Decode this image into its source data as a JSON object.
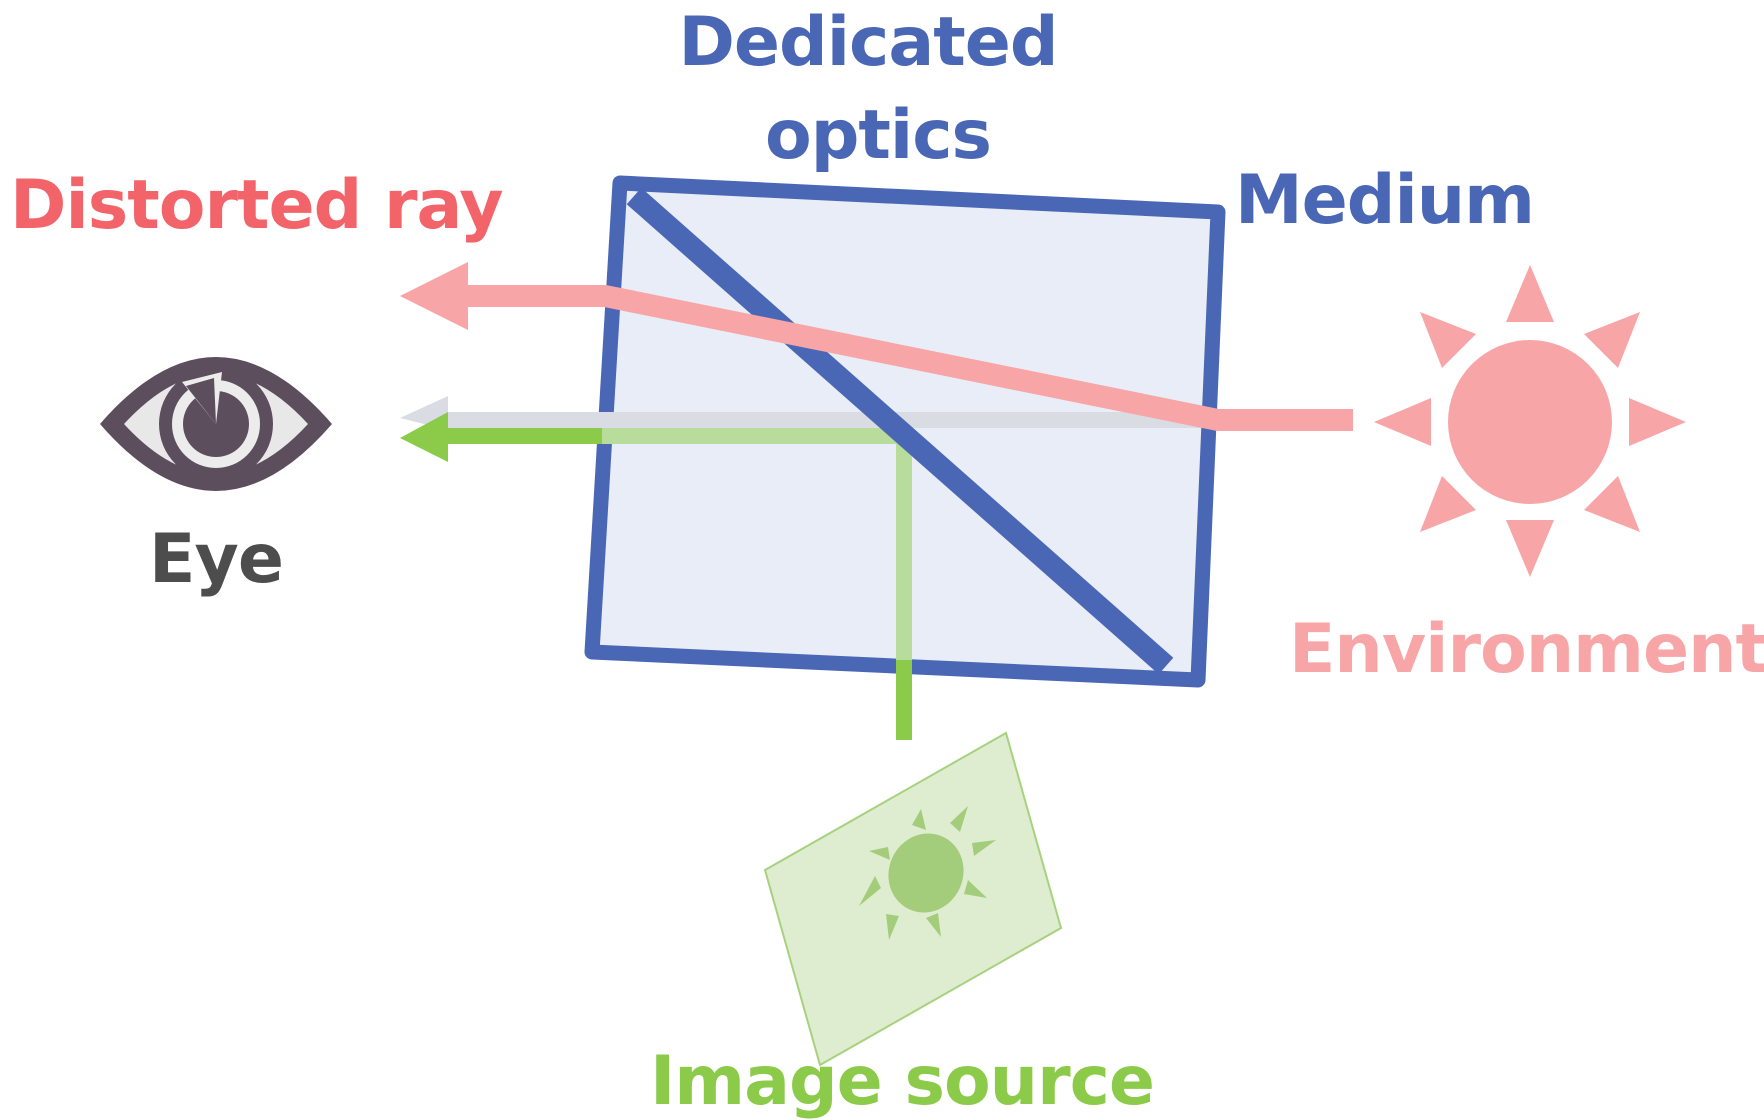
{
  "labels": {
    "dedicated_line1": "Dedicated",
    "dedicated_line2": "optics",
    "medium": "Medium",
    "distorted_ray": "Distorted ray",
    "eye": "Eye",
    "environment": "Environment",
    "image_source": "Image source"
  },
  "colors": {
    "optics_blue": "#4a67b5",
    "medium_fill": "#e9edf7",
    "distorted_red": "#f2636a",
    "ray_pink": "#f7a5a7",
    "sun_pink": "#f7a5a7",
    "image_green": "#8cca4a",
    "image_fill": "#deedd0",
    "eye_dark": "#5d4e5d",
    "eye_label": "#4d4d4d",
    "grey_ray": "#d9dce3"
  },
  "icons": {
    "eye": "eye-icon",
    "environment": "sun-icon",
    "image_source": "small-sun-icon"
  }
}
